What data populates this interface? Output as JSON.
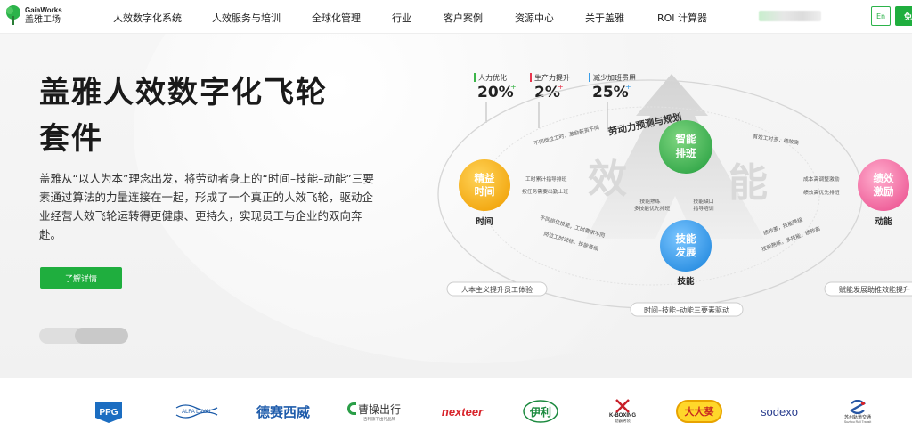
{
  "nav": {
    "logo_en": "GaiaWorks",
    "logo_cn": "盖雅工场",
    "items": [
      "人效数字化系统",
      "人效服务与培训",
      "全球化管理",
      "行业",
      "客户案例",
      "资源中心",
      "关于盖雅",
      "ROI 计算器"
    ],
    "lang_button": "En",
    "free_button": "免"
  },
  "hero": {
    "title_line1": "盖雅人效数字化飞轮",
    "title_line2": "套件",
    "description": "盖雅从“以人为本”理念出发，将劳动者身上的“时间–技能–动能”三要素通过算法的力量连接在一起，形成了一个真正的人效飞轮，驱动企业经营人效飞轮运转得更健康、更持久，实现员工与企业的双向奔赴。",
    "cta_label": "了解详情"
  },
  "diagram": {
    "stats": [
      {
        "label": "人力优化",
        "value": "20%",
        "sign": "+",
        "color": "#3cb54a"
      },
      {
        "label": "生产力提升",
        "value": "2%",
        "sign": "+",
        "color": "#e8364e"
      },
      {
        "label": "减少加班费用",
        "value": "25%",
        "sign": "+",
        "color": "#3a9ee8"
      }
    ],
    "top_arc_label": "劳动力预测与规划",
    "big_chars": [
      "效",
      "能"
    ],
    "circles": {
      "time": {
        "text": "精益\n时间",
        "caption": "时间"
      },
      "schedule": {
        "text": "智能\n排班"
      },
      "motive": {
        "text": "绩效\n激励",
        "caption": "动能"
      },
      "skill": {
        "text": "技能\n发展",
        "caption": "技能"
      }
    },
    "annotations": {
      "a1": "不同岗位工时，激励薪资不同",
      "a2": "有效工时多，绩效高",
      "a3": "工时累计指导排班",
      "a4": "按任务需要出勤上班",
      "a5": "成本高调整激励",
      "a6": "绩效高优先排班",
      "a7": "技能熟练",
      "a8": "多技能优先排班",
      "a9": "技能缺口",
      "a10": "指导培训",
      "a11": "不同岗位技能，工时要求不同",
      "a12": "岗位工时试标，技能晋级",
      "a13": "绩效差，技能降级",
      "a14": "技能熟练，多技能，绩效高"
    },
    "pill_left": "人本主义提升员工体验",
    "pill_right": "赋能发展助推效能提升",
    "pill_bottom": "时间–技能–动能三要素驱动"
  },
  "clients": {
    "ppg": "PPG",
    "alfa": "ALFA LAVAL",
    "dexin": "德赛西威",
    "caocao": "曹操出行",
    "caocao_sub": "吉利旗下出行品牌",
    "nexteer": "nexteer",
    "yili": "伊利",
    "kboxing": "K-BOXING",
    "kboxing_sub": "劲霸男装",
    "dadaying": "大大葵",
    "sodexo": "sodexo",
    "suzhou": "苏州轨道交通",
    "suzhou_sub": "Suzhou Rail Transit"
  }
}
